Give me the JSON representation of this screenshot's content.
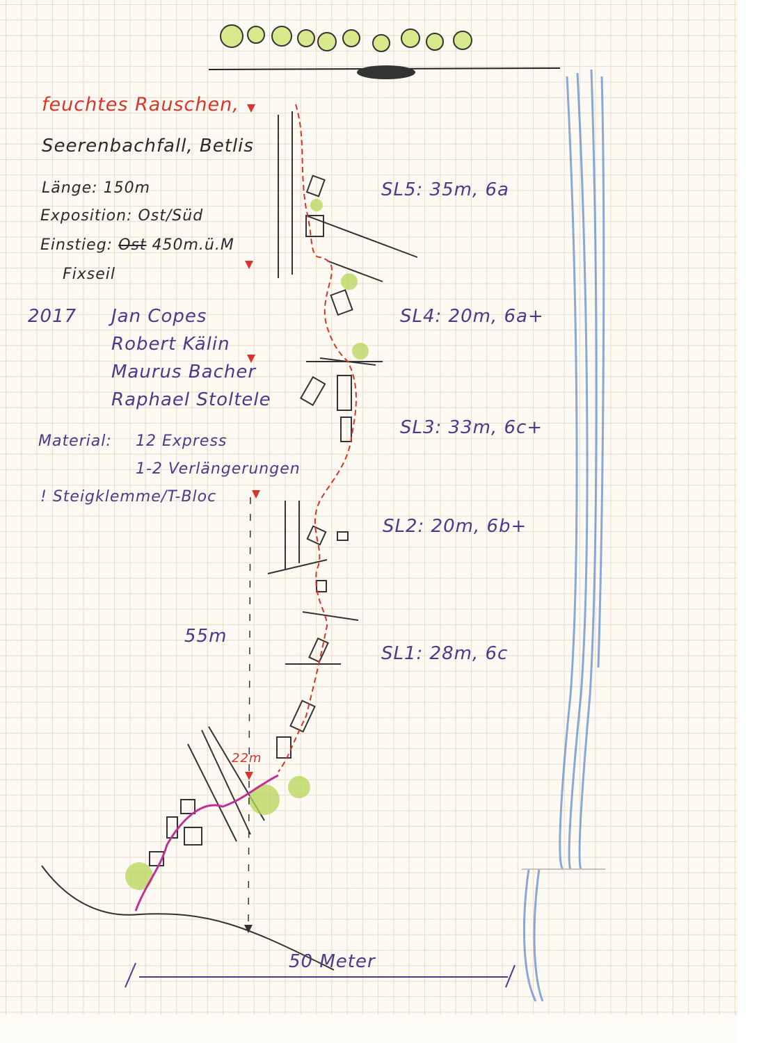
{
  "title": "feuchtes Rauschen,",
  "location": "Seerenbachfall, Betlis",
  "info": {
    "length": "Länge: 150m",
    "exposure": "Exposition: Ost/Süd",
    "entry_label": "Einstieg:",
    "entry_struck": "Ost",
    "entry_value": "450m.ü.M",
    "fixed_rope": "Fixseil"
  },
  "first_ascent": {
    "year": "2017",
    "climbers": [
      "Jan Copes",
      "Robert Kälin",
      "Maurus Bacher",
      "Raphael Stoltele"
    ]
  },
  "material": {
    "label": "Material:",
    "items": [
      "12 Express",
      "1-2 Verlängerungen"
    ],
    "note": "! Steigklemme/T-Bloc"
  },
  "pitches": [
    {
      "label": "SL5: 35m, 6a"
    },
    {
      "label": "SL4: 20m, 6a+"
    },
    {
      "label": "SL3: 33m, 6c+"
    },
    {
      "label": "SL2: 20m, 6b+"
    },
    {
      "label": "SL1: 28m, 6c"
    }
  ],
  "annotations": {
    "approach_height": "55m",
    "approach_pitch": "22m",
    "scale": "50 Meter"
  },
  "colors": {
    "route": "#d8352a",
    "approach": "#c0309a",
    "ink": "#4b3a8a",
    "waterfall": "#5b86c9",
    "vegetation": "#b7d65a"
  }
}
